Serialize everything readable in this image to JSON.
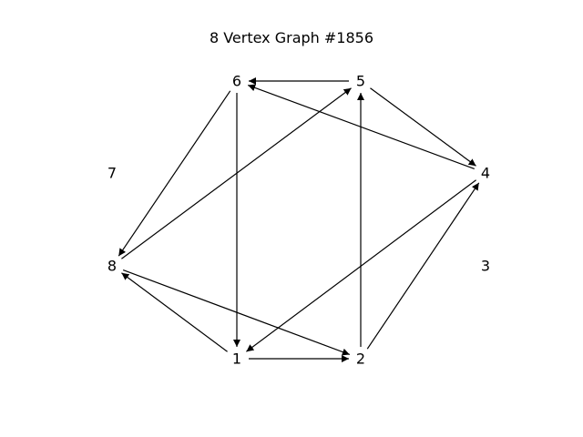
{
  "title": "8 Vertex Graph #1856",
  "nodes": [
    {
      "id": "1",
      "label": "1"
    },
    {
      "id": "2",
      "label": "2"
    },
    {
      "id": "3",
      "label": "3"
    },
    {
      "id": "4",
      "label": "4"
    },
    {
      "id": "5",
      "label": "5"
    },
    {
      "id": "6",
      "label": "6"
    },
    {
      "id": "7",
      "label": "7"
    },
    {
      "id": "8",
      "label": "8"
    }
  ],
  "edges": [
    {
      "from": "1",
      "to": "2"
    },
    {
      "from": "1",
      "to": "8"
    },
    {
      "from": "2",
      "to": "5"
    },
    {
      "from": "2",
      "to": "4"
    },
    {
      "from": "4",
      "to": "1"
    },
    {
      "from": "4",
      "to": "6"
    },
    {
      "from": "5",
      "to": "6"
    },
    {
      "from": "5",
      "to": "4"
    },
    {
      "from": "6",
      "to": "1"
    },
    {
      "from": "6",
      "to": "8"
    },
    {
      "from": "8",
      "to": "5"
    },
    {
      "from": "8",
      "to": "2"
    }
  ],
  "colors": {
    "edge": "#000000",
    "label": "#000000",
    "background": "#ffffff"
  }
}
